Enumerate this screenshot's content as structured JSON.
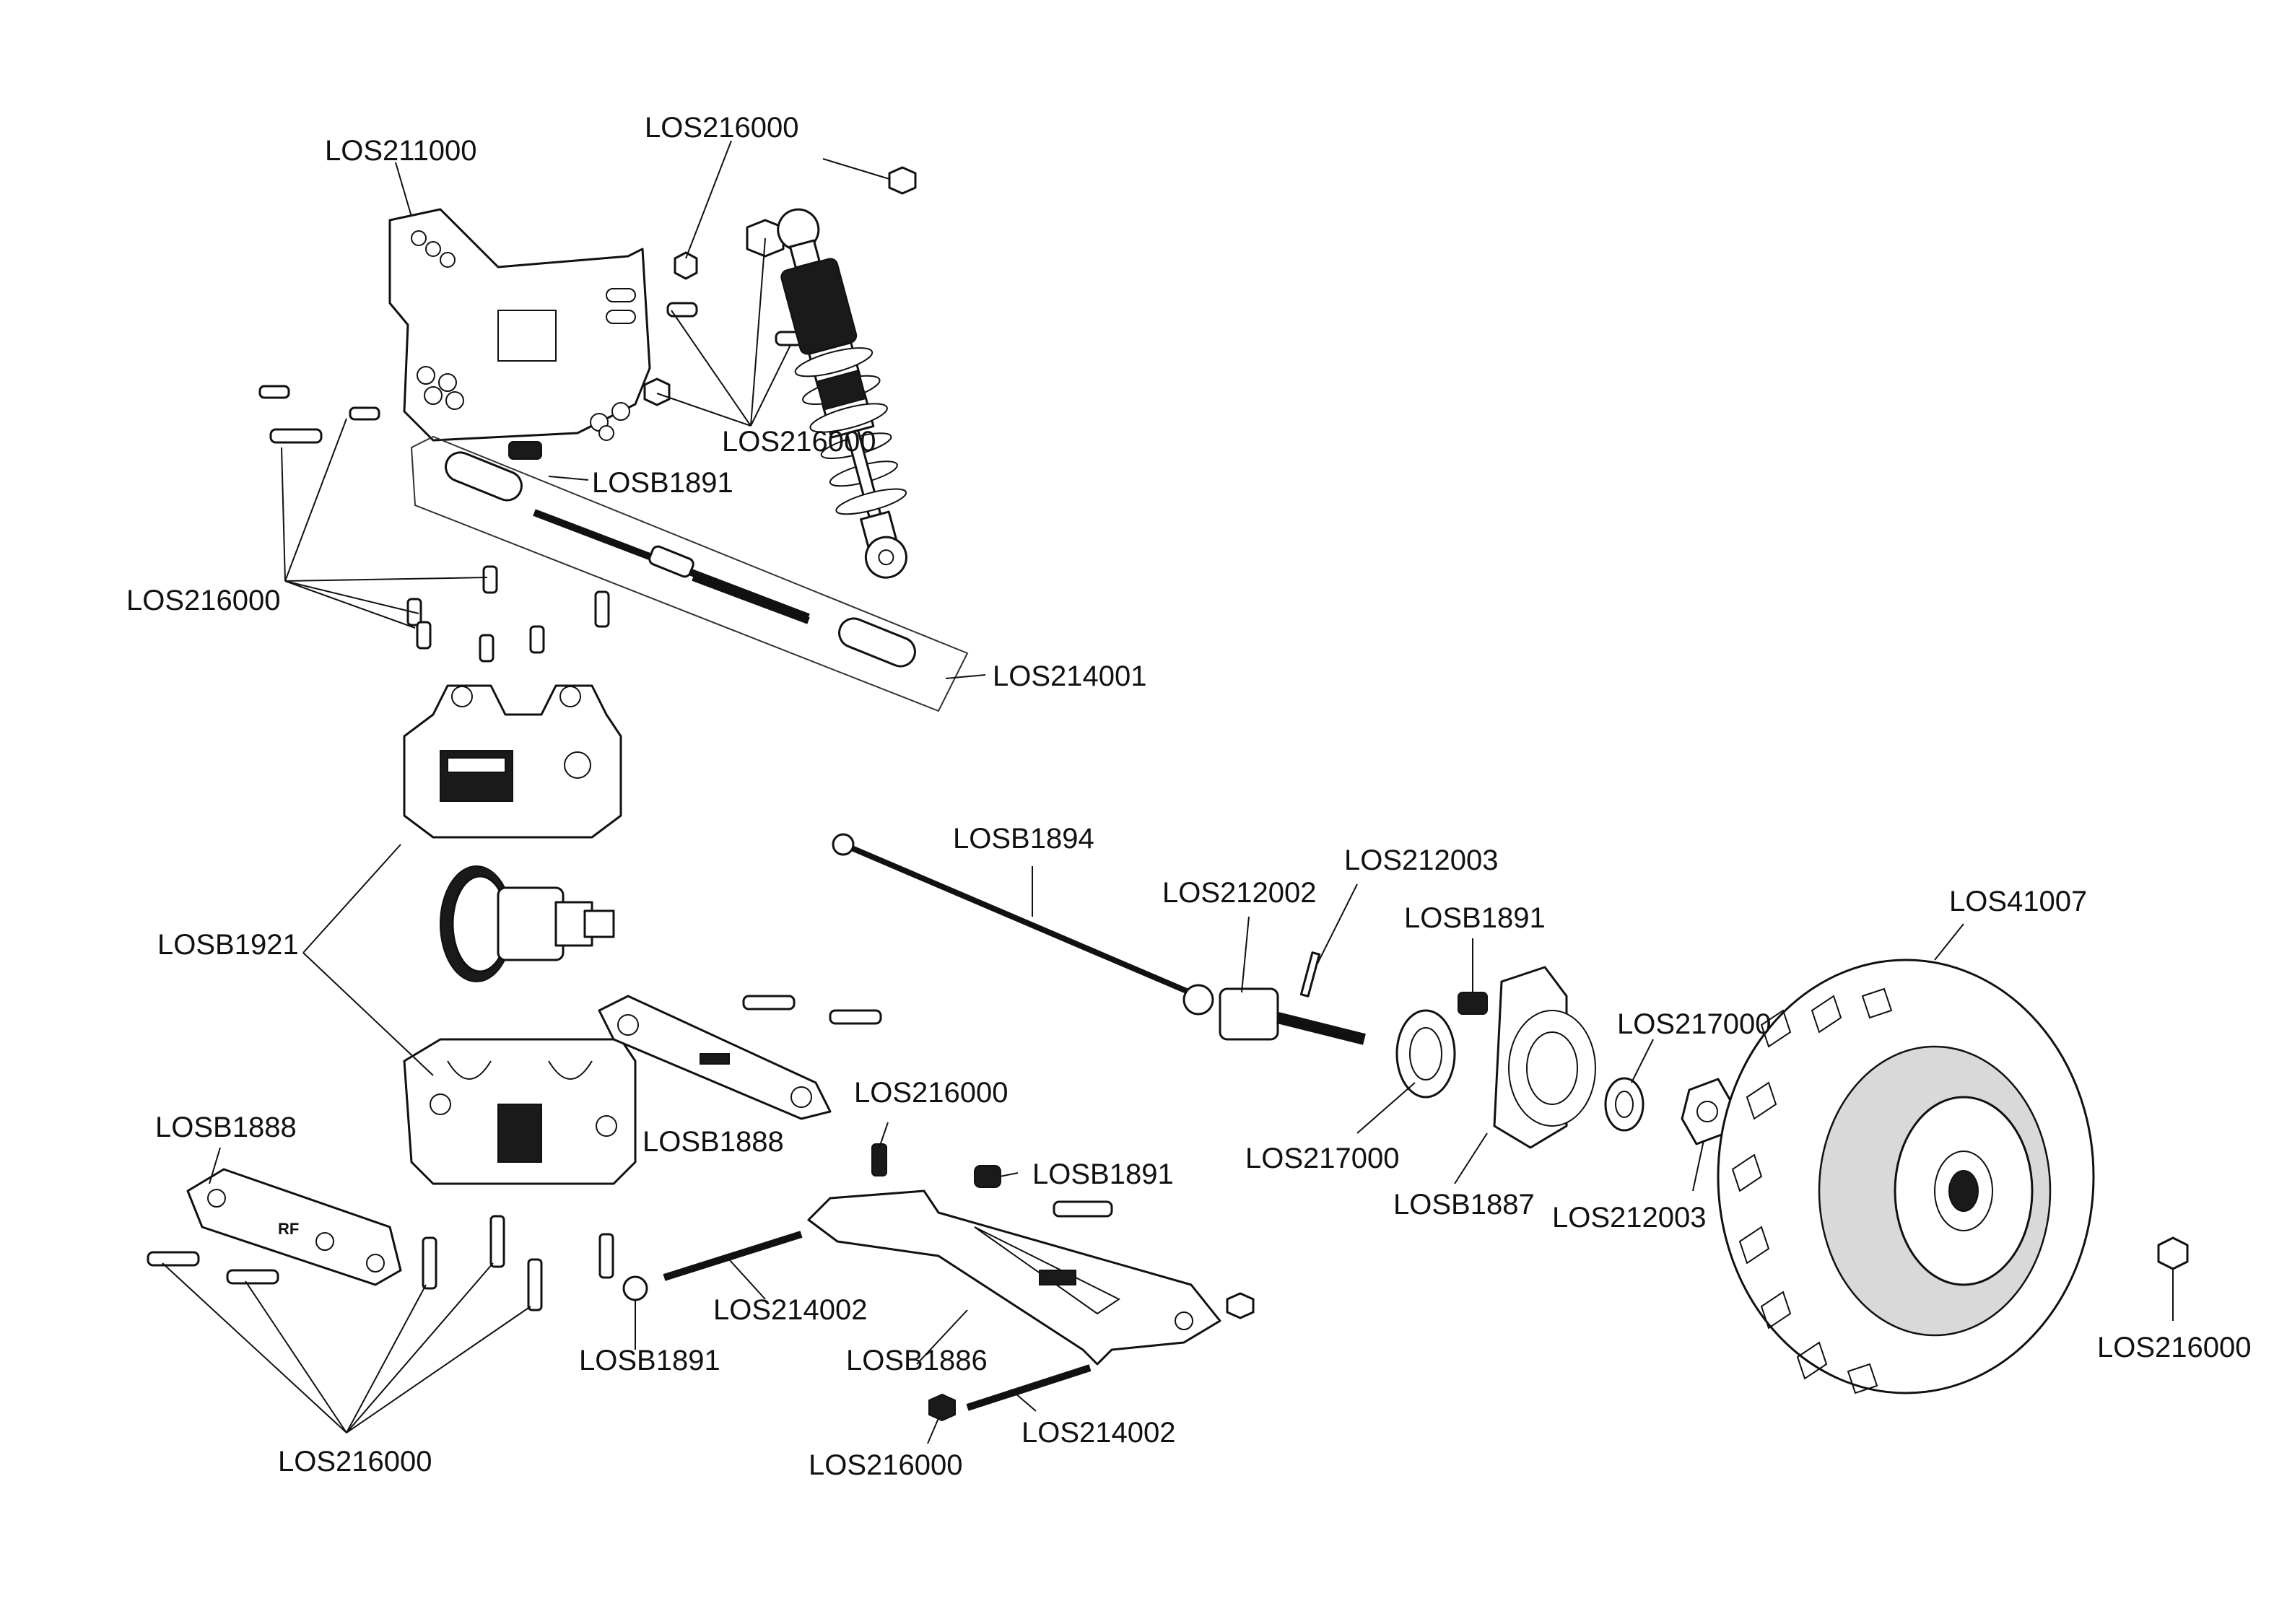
{
  "callouts": {
    "los211000": "LOS211000",
    "los216000_top": "LOS216000",
    "los216000_shock": "LOS216000",
    "losb1891_tower": "LOSB1891",
    "los216000_tower_screws": "LOS216000",
    "los214001": "LOS214001",
    "losb1894": "LOSB1894",
    "los212002": "LOS212002",
    "los212003_pin": "LOS212003",
    "losb1891_carrier": "LOSB1891",
    "los41007": "LOS41007",
    "losb1921": "LOSB1921",
    "losb1888_hinge": "LOSB1888",
    "los216000_setscrew": "LOS216000",
    "losb1891_arm": "LOSB1891",
    "los217000_right": "LOS217000",
    "los217000_left": "LOS217000",
    "losb1887": "LOSB1887",
    "los212003_hex": "LOS212003",
    "los216000_wheelnut": "LOS216000",
    "losb1888_front": "LOSB1888",
    "los214002_upper": "LOS214002",
    "losb1891_lower": "LOSB1891",
    "losb1886": "LOSB1886",
    "los214002_lower": "LOS214002",
    "los216000_armnut": "LOS216000",
    "los216000_bottom": "LOS216000"
  },
  "markings": {
    "hinge_block": "RF"
  },
  "colors": {
    "line": "#111111",
    "background": "#ffffff",
    "fill_dark": "#1a1a1a"
  }
}
